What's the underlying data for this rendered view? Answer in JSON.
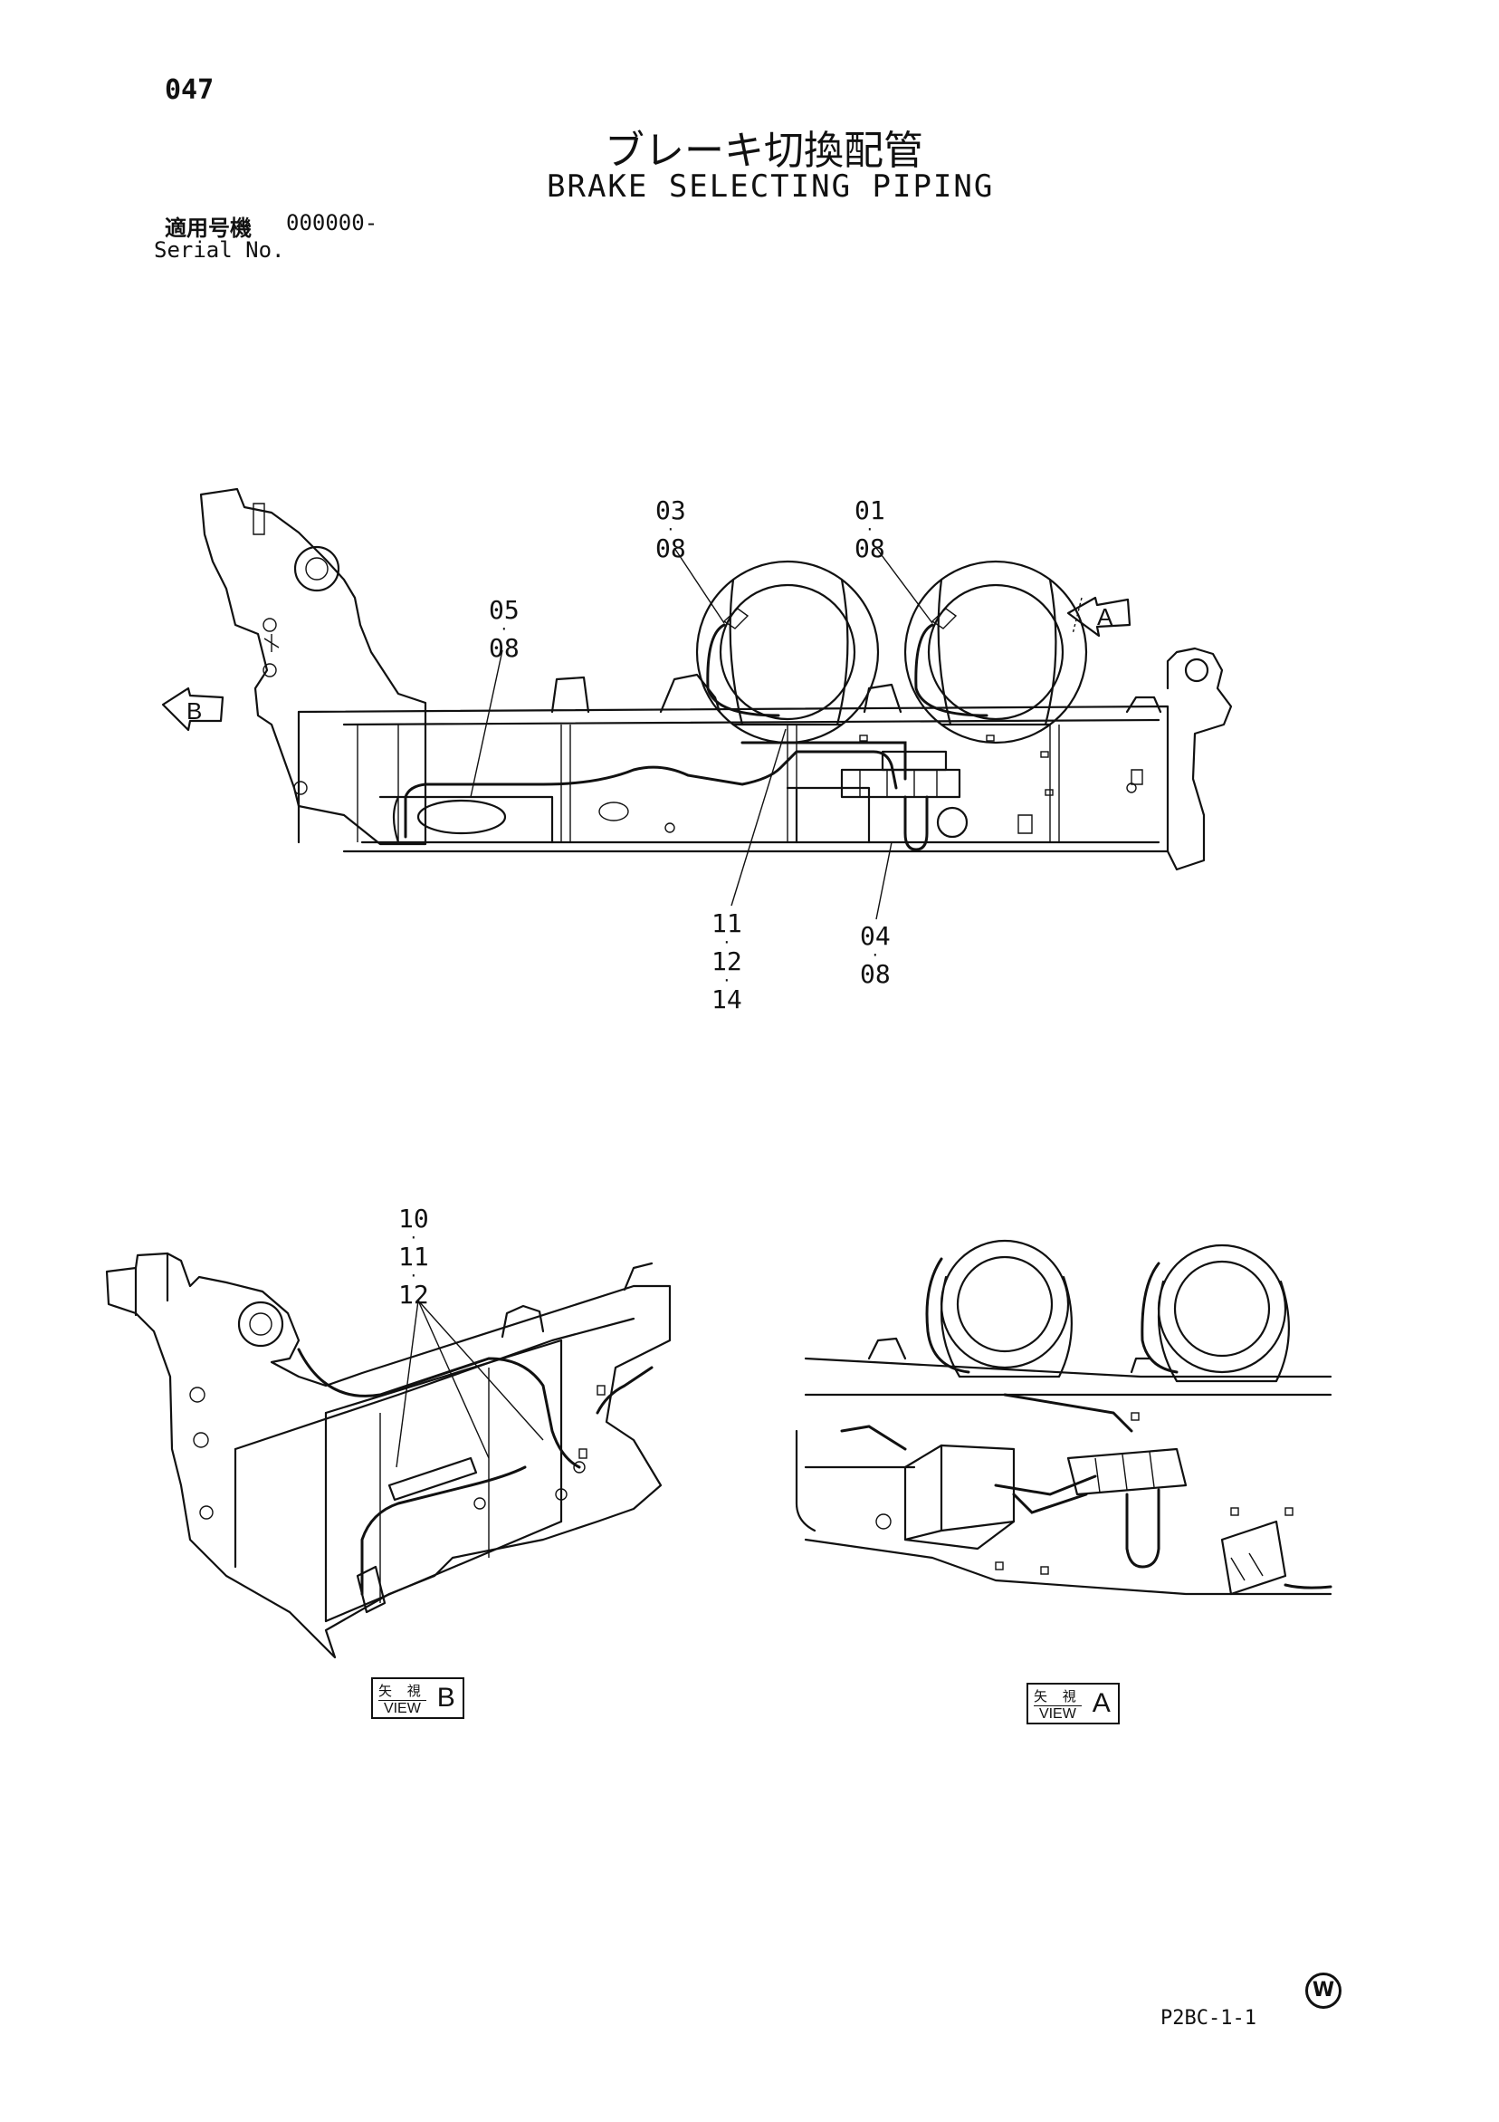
{
  "header": {
    "page_number": "047",
    "title_jp": "ブレーキ切換配管",
    "title_en": "BRAKE SELECTING PIPING",
    "serial_label_jp": "適用号機",
    "serial_value": "000000-",
    "serial_label_en": "Serial No."
  },
  "main_view": {
    "callouts": [
      {
        "id": "c-0308",
        "lines": [
          "03",
          "08"
        ]
      },
      {
        "id": "c-0108",
        "lines": [
          "01",
          "08"
        ]
      },
      {
        "id": "c-0508",
        "lines": [
          "05",
          "08"
        ]
      },
      {
        "id": "c-111214",
        "lines": [
          "11",
          "12",
          "14"
        ]
      },
      {
        "id": "c-0408",
        "lines": [
          "04",
          "08"
        ]
      }
    ],
    "view_arrows": {
      "a": "A",
      "b": "B"
    }
  },
  "view_b": {
    "callout_lines": [
      "10",
      "11",
      "12"
    ],
    "label_jp": "矢 視",
    "label_en": "VIEW",
    "letter": "B"
  },
  "view_a": {
    "label_jp": "矢 視",
    "label_en": "VIEW",
    "letter": "A"
  },
  "footer": {
    "code": "P2BC-1-1",
    "mark": "W"
  }
}
